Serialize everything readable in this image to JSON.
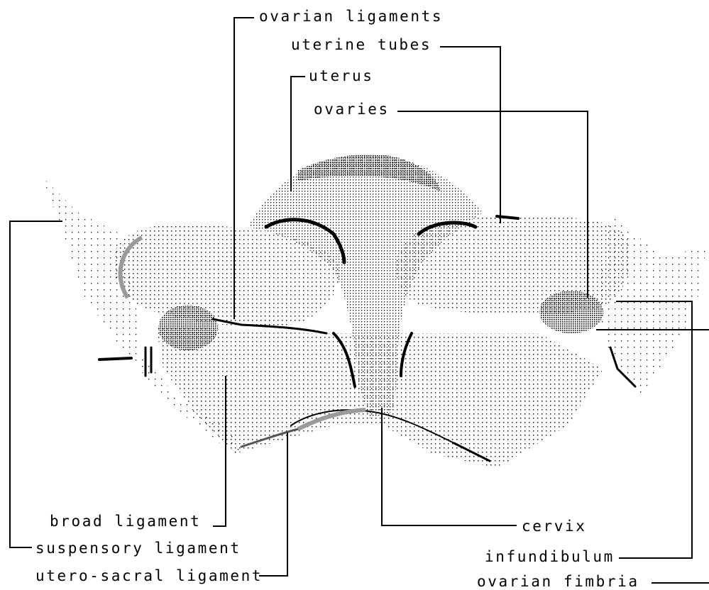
{
  "diagram": {
    "labels": {
      "ovarian_ligaments": "ovarian ligaments",
      "uterine_tubes": "uterine tubes",
      "uterus": "uterus",
      "ovaries": "ovaries",
      "broad_ligament": "broad ligament",
      "suspensory_ligament": "suspensory ligament",
      "utero_sacral_ligament": "utero-sacral ligament",
      "cervix": "cervix",
      "infundibulum": "infundibulum",
      "ovarian_fimbria": "ovarian fimbria"
    }
  }
}
